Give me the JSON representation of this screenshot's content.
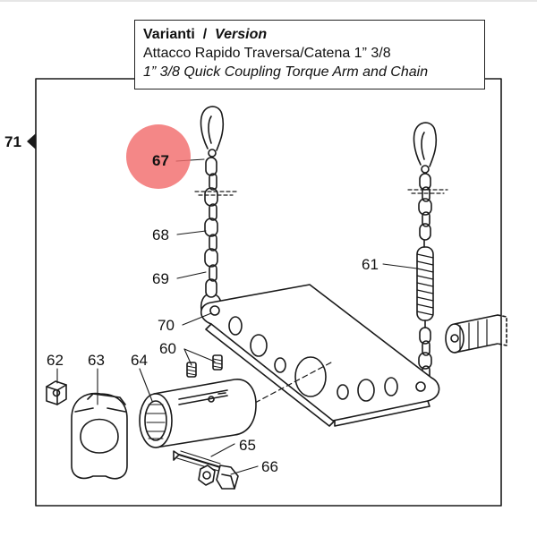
{
  "title_box": {
    "heading_left": "Varianti",
    "heading_sep": "/",
    "heading_right": "Version",
    "line_it": "Attacco Rapido Traversa/Catena 1” 3/8",
    "line_en": "1” 3/8 Quick Coupling Torque Arm and Chain"
  },
  "callouts": {
    "assembly_ref": "71",
    "p67": "67",
    "p68": "68",
    "p69": "69",
    "p70": "70",
    "p61": "61",
    "p60": "60",
    "p62": "62",
    "p63": "63",
    "p64": "64",
    "p65": "65",
    "p66": "66"
  },
  "colors": {
    "line": "#1a1a1a",
    "highlight": "#f26c6c"
  }
}
